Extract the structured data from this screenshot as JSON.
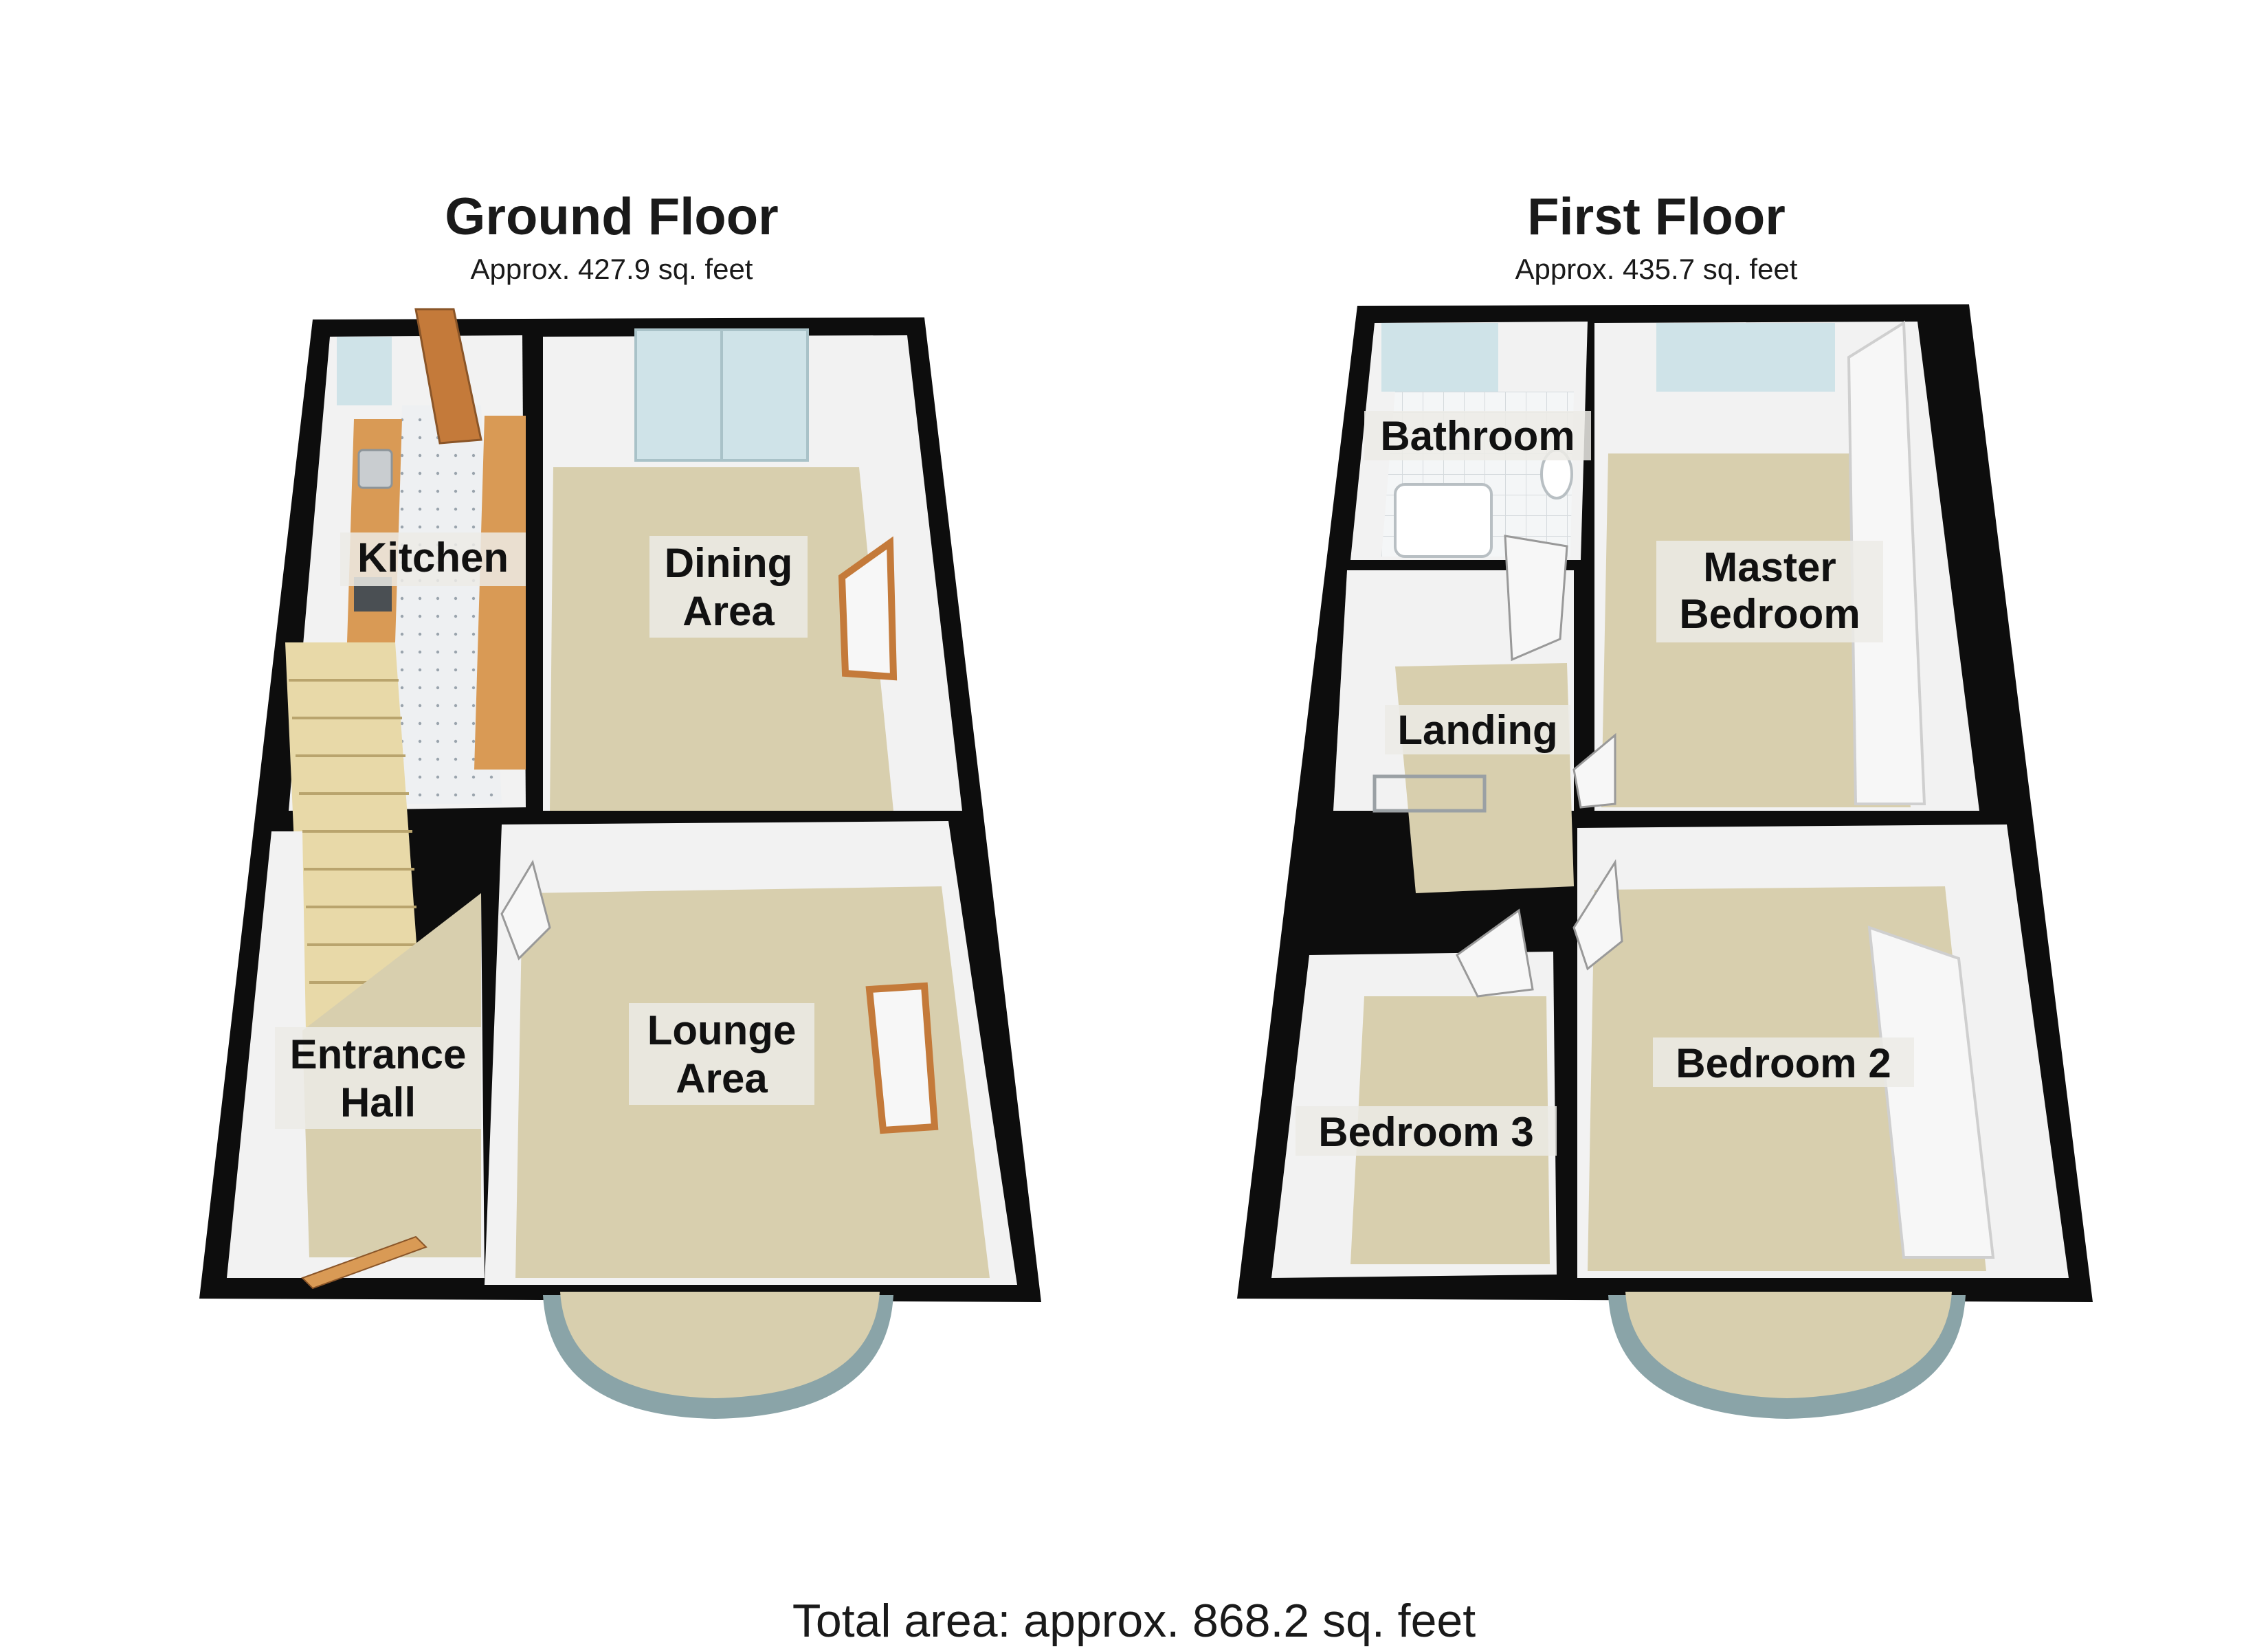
{
  "ground_floor": {
    "title": "Ground Floor",
    "area": "Approx. 427.9 sq. feet",
    "rooms": {
      "kitchen": "Kitchen",
      "dining_1": "Dining",
      "dining_2": "Area",
      "lounge_1": "Lounge",
      "lounge_2": "Area",
      "hall_1": "Entrance",
      "hall_2": "Hall"
    }
  },
  "first_floor": {
    "title": "First Floor",
    "area": "Approx. 435.7 sq. feet",
    "rooms": {
      "bathroom": "Bathroom",
      "landing": "Landing",
      "master_1": "Master",
      "master_2": "Bedroom",
      "bedroom2": "Bedroom 2",
      "bedroom3": "Bedroom 3"
    }
  },
  "total_area": "Total area: approx. 868.2 sq. feet",
  "colors": {
    "wall": "#0d0d0d",
    "floor_carpet": "#d8cfae",
    "wall_face": "#f2f2f2",
    "kitchen_worktop": "#d99a55",
    "window_glass": "#cfe3e8",
    "bay_window": "#8aa4a8",
    "tile": "#e9ecef",
    "label_bg": "#ecebe6"
  }
}
